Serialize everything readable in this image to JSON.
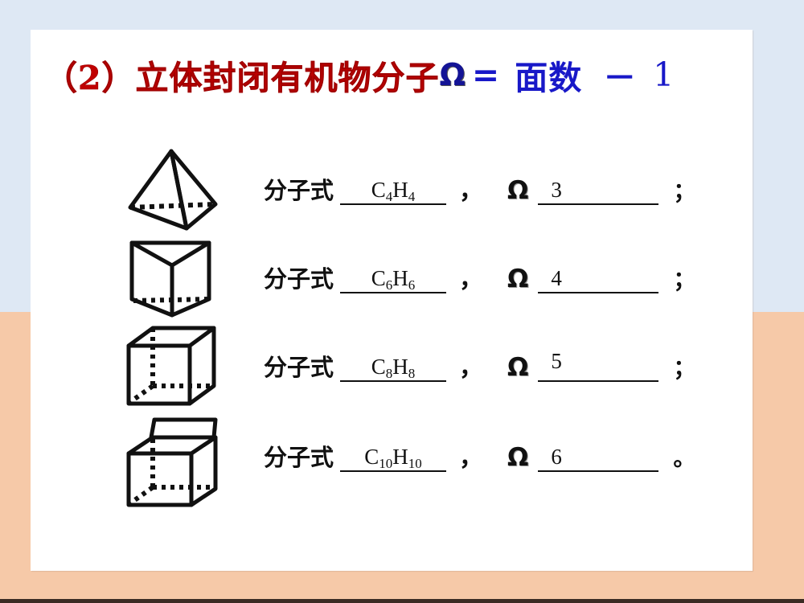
{
  "slide": {
    "title": {
      "chinese": "（2）立体封闭有机物分子",
      "omega_symbol": "Ω",
      "equals": "=",
      "term": "面数",
      "minus": "－",
      "number": "1",
      "red_hex": "#c00000",
      "blue_hex": "#1818c8"
    },
    "background": {
      "top_band_hex": "#dee8f4",
      "bottom_band_hex": "#f6c9a8",
      "bottom_rule_hex": "#3b2b24",
      "card_hex": "#ffffff"
    },
    "rows": [
      {
        "shape": "tetrahedron-icon",
        "label": "分子式",
        "formula_c": "C",
        "formula_c_sub": "4",
        "formula_h": "H",
        "formula_h_sub": "4",
        "comma": "，",
        "omega_symbol": "Ω",
        "omega_value": "3",
        "endmark": "；"
      },
      {
        "shape": "triangular-prism-icon",
        "label": "分子式",
        "formula_c": "C",
        "formula_c_sub": "6",
        "formula_h": "H",
        "formula_h_sub": "6",
        "comma": "，",
        "omega_symbol": "Ω",
        "omega_value": "4",
        "endmark": "；"
      },
      {
        "shape": "cube-icon",
        "label": "分子式",
        "formula_c": "C",
        "formula_c_sub": "8",
        "formula_h": "H",
        "formula_h_sub": "8",
        "comma": "，",
        "omega_symbol": "Ω",
        "omega_value": "5",
        "endmark": "；"
      },
      {
        "shape": "open-box-icon",
        "label": "分子式",
        "formula_c": "C",
        "formula_c_sub": "10",
        "formula_h": "H",
        "formula_h_sub": "10",
        "comma": "，",
        "omega_symbol": "Ω",
        "omega_value": "6",
        "endmark": "。"
      }
    ]
  }
}
